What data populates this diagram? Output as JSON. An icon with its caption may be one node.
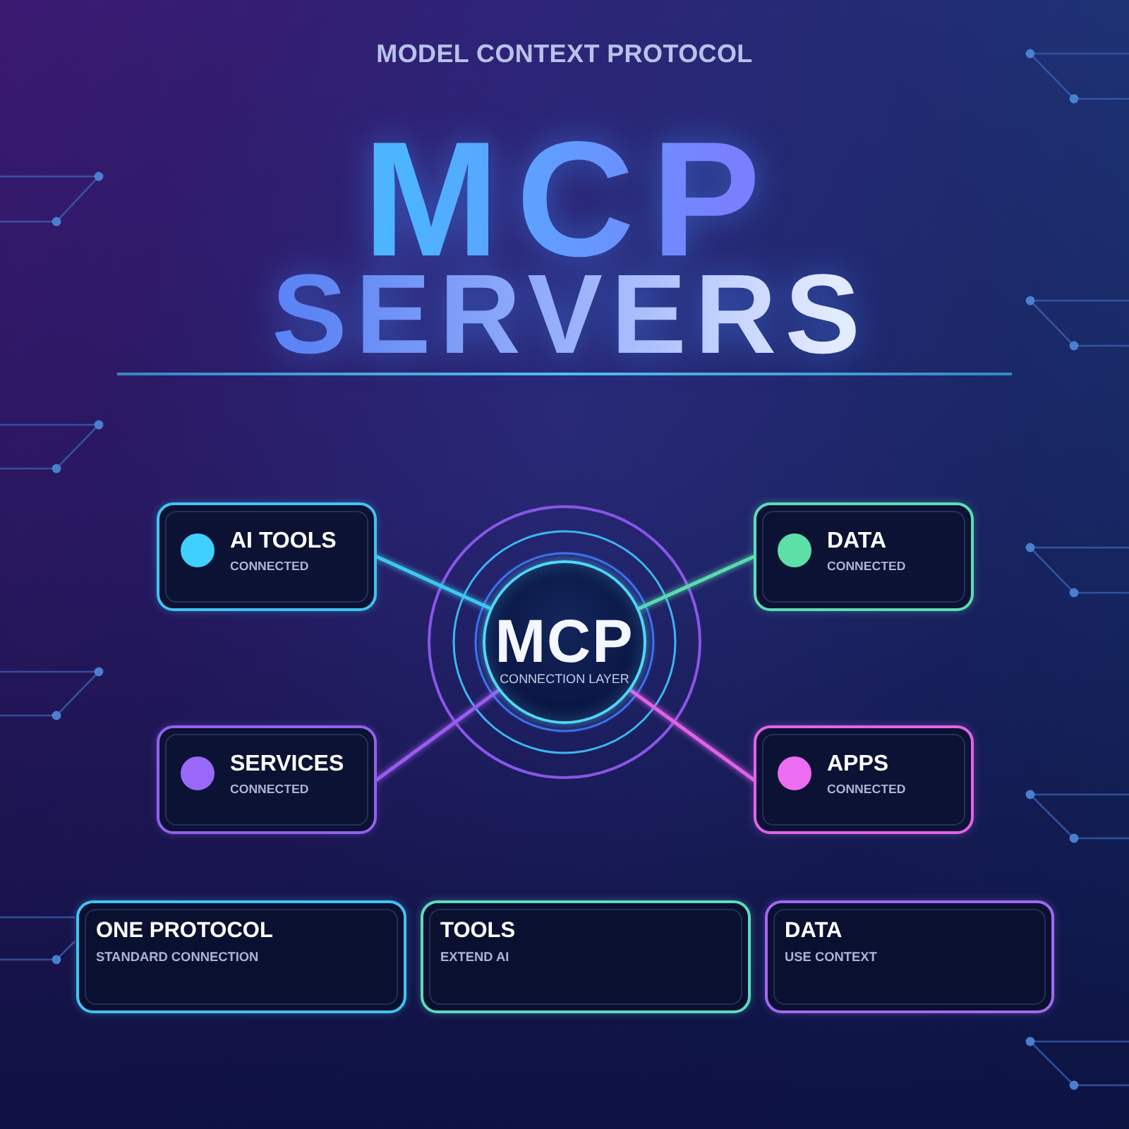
{
  "diagram": {
    "title": "MCP SERVERS",
    "nodes": [
      {
        "text": [
          "AI TOOLS",
          "CONNECTED"
        ]
      },
      {
        "text": [
          "DATA",
          "CONNECTED"
        ]
      },
      {
        "text": [
          "MCP",
          "CONNECTION LAYER"
        ]
      },
      {
        "text": [
          "SERVICES",
          "CONNECTED"
        ]
      },
      {
        "text": [
          "APPS",
          "CONNECTED"
        ]
      },
      {
        "text": [
          "ONE PROTOCOL",
          "STANDARD CONNECTION"
        ]
      },
      {
        "text": [
          "TOOLS",
          "EXTEND AI"
        ]
      },
      {
        "text": [
          "DATA",
          "USE CONTEXT"
        ]
      }
    ],
    "edges": [
      {
        "from": 0,
        "to": 2,
        "arrow": "none",
        "color": "#3ec8f0"
      },
      {
        "from": 1,
        "to": 2,
        "arrow": "none",
        "color": "#5adbb0"
      },
      {
        "from": 3,
        "to": 2,
        "arrow": "none",
        "color": "#9a5cf0"
      },
      {
        "from": 4,
        "to": 2,
        "arrow": "none",
        "color": "#e062e8"
      }
    ],
    "labels": [
      "MODEL CONTEXT PROTOCOL"
    ]
  }
}
